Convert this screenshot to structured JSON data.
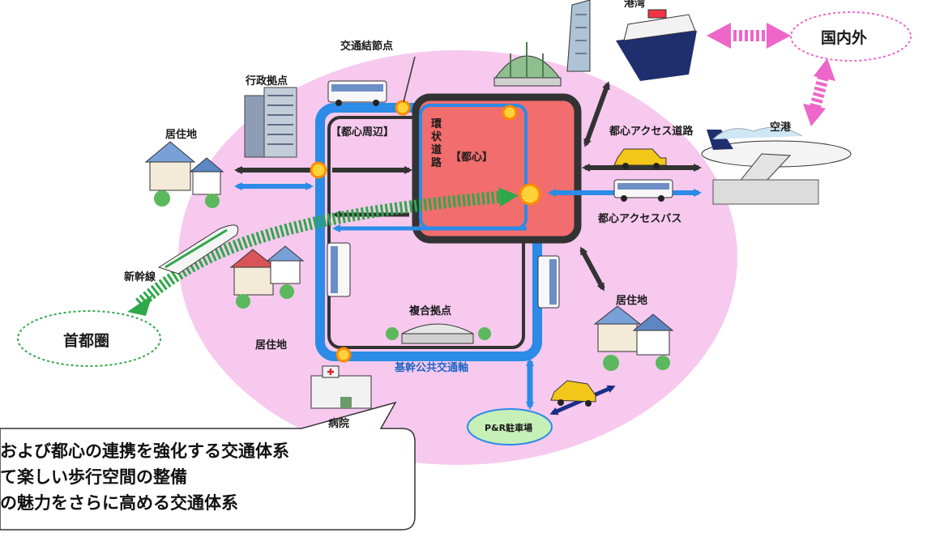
{
  "labels": {
    "port": "港湾",
    "domestic_foreign": "国内外",
    "transport_node": "交通結節点",
    "admin_base": "行政拠点",
    "residence_1": "居住地",
    "residence_2": "居住地",
    "residence_3": "居住地",
    "city_center_periphery": "【都心周辺】",
    "ring_road": "環状道路",
    "city_center": "【都心】",
    "access_road": "都心アクセス道路",
    "airport": "空港",
    "access_bus": "都心アクセスバス",
    "shinkansen": "新幹線",
    "metropolitan_area": "首都圏",
    "complex_base": "複合拠点",
    "trunk_transit": "基幹公共交通軸",
    "hospital": "病院",
    "park_and_ride": "P&R駐車場"
  },
  "callout": {
    "line1": "および都心の連携を強化する交通体系",
    "line2": "て楽しい歩行空間の整備",
    "line3": "の魅力をさらに高める交通体系"
  },
  "colors": {
    "background_ellipse": "#f7c9ef",
    "city_center_fill": "#f26d6d",
    "trunk_blue": "#2b8be6",
    "dark_arrow": "#333333",
    "node_yellow": "#ffd23a",
    "node_orange": "#ff8a00",
    "shinkansen_green": "#2fa84a",
    "pink_arrow": "#ee66c9",
    "pr_fill": "#c6f0b8"
  }
}
